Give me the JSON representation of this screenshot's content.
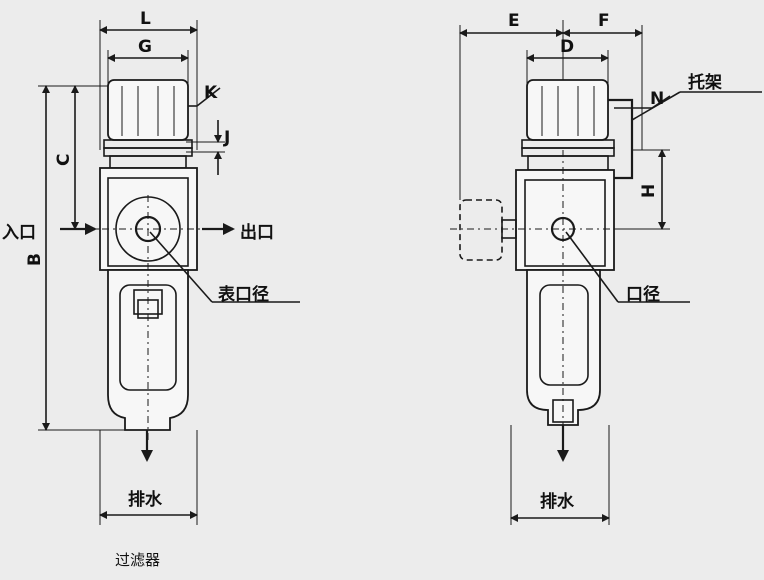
{
  "left_view": {
    "dims": {
      "L": "L",
      "G": "G",
      "K": "K",
      "J": "J",
      "C": "C",
      "B": "B"
    },
    "inlet": "入口",
    "outlet": "出口",
    "gauge_port": "表口径",
    "drain": "排水"
  },
  "right_view": {
    "dims": {
      "E": "E",
      "F": "F",
      "D": "D",
      "N": "N",
      "H": "H"
    },
    "bracket": "托架",
    "port": "口径",
    "drain": "排水"
  },
  "caption": "过滤器",
  "colors": {
    "background": "#ececec",
    "line": "#1a1a1a"
  }
}
